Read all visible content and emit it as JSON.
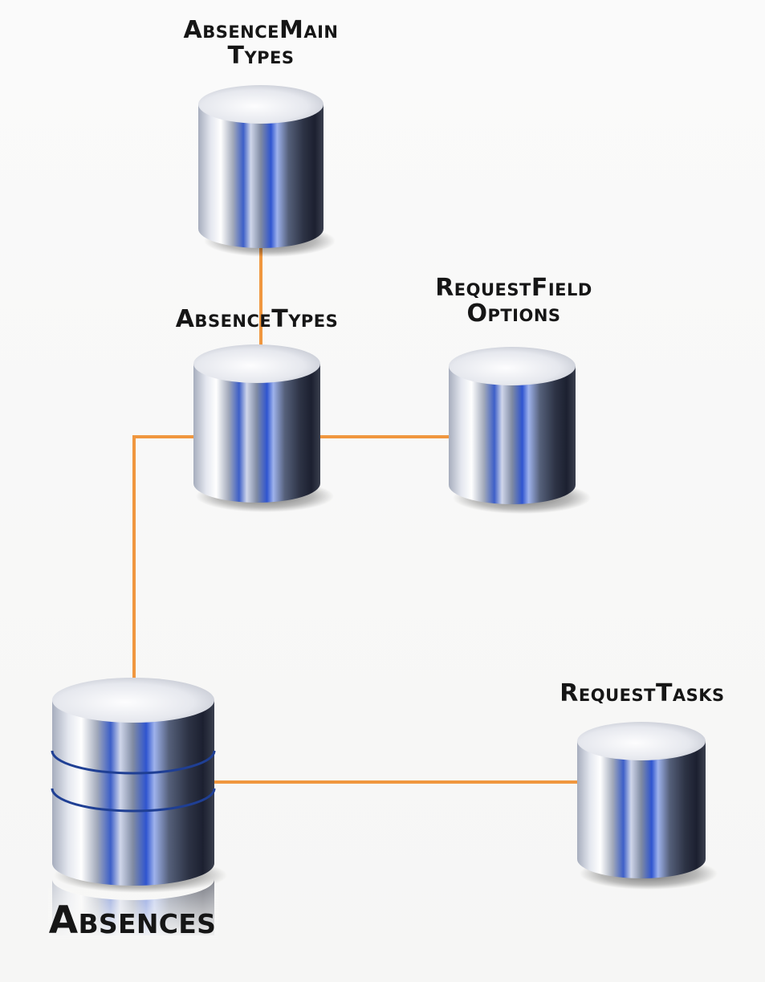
{
  "diagram": {
    "nodes": [
      {
        "id": "absence-main-types",
        "label_lines": [
          "AbsenceMain",
          "Types"
        ]
      },
      {
        "id": "absence-types",
        "label_lines": [
          "AbsenceTypes"
        ]
      },
      {
        "id": "request-field-options",
        "label_lines": [
          "RequestField",
          "Options"
        ]
      },
      {
        "id": "absences",
        "label_lines": [
          "Absences"
        ]
      },
      {
        "id": "request-tasks",
        "label_lines": [
          "RequestTasks"
        ]
      }
    ],
    "edges": [
      {
        "from": "absence-main-types",
        "to": "absence-types"
      },
      {
        "from": "absence-types",
        "to": "request-field-options"
      },
      {
        "from": "absence-types",
        "to": "absences"
      },
      {
        "from": "absences",
        "to": "request-tasks"
      }
    ],
    "connector_color": "#f0973f",
    "metal_highlight_color": "#4a6fd8"
  }
}
